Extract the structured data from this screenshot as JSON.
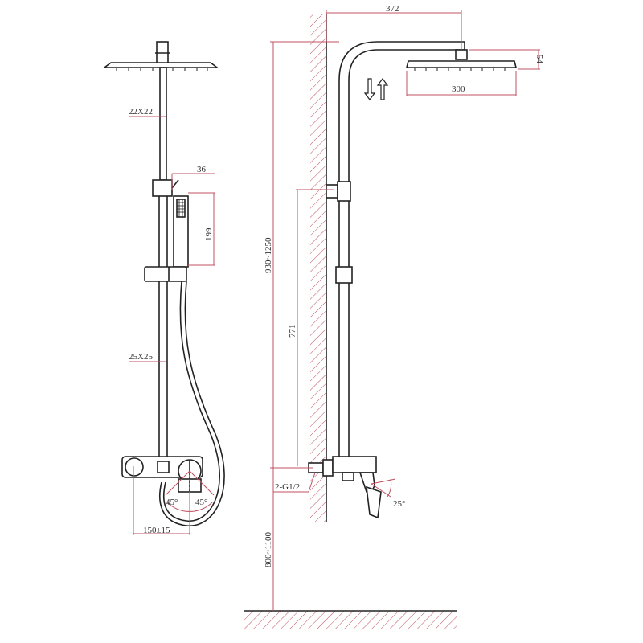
{
  "colors": {
    "line": "#222222",
    "dimension": "#c05060",
    "text": "#333333"
  },
  "front_view": {
    "slide_bar_upper_size": "22X22",
    "slide_bar_lower_size": "25X25",
    "hand_shower_width": "36",
    "hand_shower_length": "199",
    "handle_angle_left": "45°",
    "handle_angle_right": "45°",
    "inlet_center_distance": "150±15"
  },
  "side_view": {
    "arm_projection": "372",
    "head_shower_size": "300",
    "head_shower_thickness": "54",
    "height_adjust_icon": "arrow-up-down-icon",
    "total_height_range": "930~1250",
    "slide_bar_length": "771",
    "inlet_thread": "2-G1/2",
    "spout_angle": "25°",
    "mounting_height_range": "800~1100"
  }
}
